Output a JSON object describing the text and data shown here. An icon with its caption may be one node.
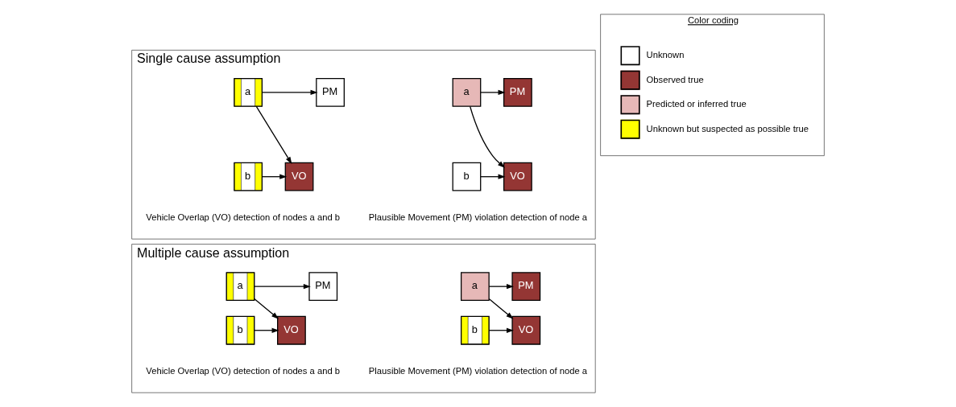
{
  "diagram": {
    "nodes": [
      {
        "text": [
          "Single cause assumption"
        ]
      },
      {
        "text": [
          "a"
        ],
        "in": 0
      },
      {
        "text": [
          "PM"
        ],
        "in": 0
      },
      {
        "text": [
          "b"
        ],
        "in": 0
      },
      {
        "text": [
          "VO"
        ],
        "in": 0
      },
      {
        "text": [
          "a"
        ],
        "in": 0
      },
      {
        "text": [
          "PM"
        ],
        "in": 0
      },
      {
        "text": [
          "b"
        ],
        "in": 0
      },
      {
        "text": [
          "VO"
        ],
        "in": 0
      },
      {
        "text": [
          "Multiple cause assumption"
        ]
      },
      {
        "text": [
          "a"
        ],
        "in": 9
      },
      {
        "text": [
          "PM"
        ],
        "in": 9
      },
      {
        "text": [
          "b"
        ],
        "in": 9
      },
      {
        "text": [
          "VO"
        ],
        "in": 9
      },
      {
        "text": [
          "a"
        ],
        "in": 9
      },
      {
        "text": [
          "PM"
        ],
        "in": 9
      },
      {
        "text": [
          "b"
        ],
        "in": 9
      },
      {
        "text": [
          "VO"
        ],
        "in": 9
      },
      {
        "text": [
          "Color coding"
        ]
      }
    ],
    "edges": [
      {
        "from": 1,
        "to": 2,
        "arrow": "to"
      },
      {
        "from": 1,
        "to": 4,
        "arrow": "to"
      },
      {
        "from": 3,
        "to": 4,
        "arrow": "to"
      },
      {
        "from": 5,
        "to": 6,
        "arrow": "to"
      },
      {
        "from": 5,
        "to": 8,
        "arrow": "to"
      },
      {
        "from": 7,
        "to": 8,
        "arrow": "to"
      },
      {
        "from": 10,
        "to": 11,
        "arrow": "to"
      },
      {
        "from": 10,
        "to": 13,
        "arrow": "to"
      },
      {
        "from": 12,
        "to": 13,
        "arrow": "to"
      },
      {
        "from": 14,
        "to": 15,
        "arrow": "to"
      },
      {
        "from": 14,
        "to": 17,
        "arrow": "to"
      },
      {
        "from": 16,
        "to": 17,
        "arrow": "to"
      }
    ],
    "labels": [
      "Vehicle Overlap (VO) detection of nodes a and b",
      "Plausible Movement (PM) violation detection of node a",
      "Vehicle Overlap (VO) detection of nodes a and b",
      "Plausible Movement (PM) violation detection of node a"
    ],
    "legend": [
      {
        "text": "Unknown",
        "color": "#ffffff"
      },
      {
        "text": "Observed true",
        "color": "#943634"
      },
      {
        "text": "Predicted or inferred true",
        "color": "#e6b8b7"
      },
      {
        "text": "Unknown but suspected as possible true",
        "color": "#ffff00"
      }
    ]
  }
}
